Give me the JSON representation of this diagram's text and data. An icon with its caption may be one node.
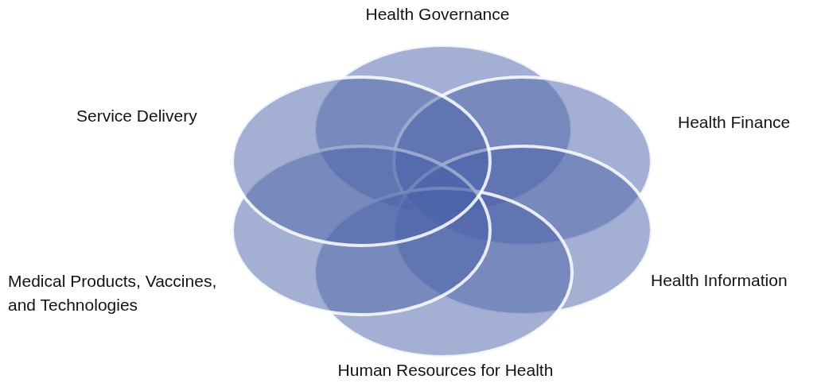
{
  "diagram": {
    "nodes": [
      {
        "text": [
          "Health Governance"
        ]
      },
      {
        "text": [
          "Health Finance"
        ]
      },
      {
        "text": [
          "Health Information"
        ]
      },
      {
        "text": [
          "Human Resources for Health"
        ]
      },
      {
        "text": [
          "Medical Products, Vaccines, and Technologies"
        ]
      },
      {
        "text": [
          "Service Delivery"
        ]
      }
    ]
  }
}
